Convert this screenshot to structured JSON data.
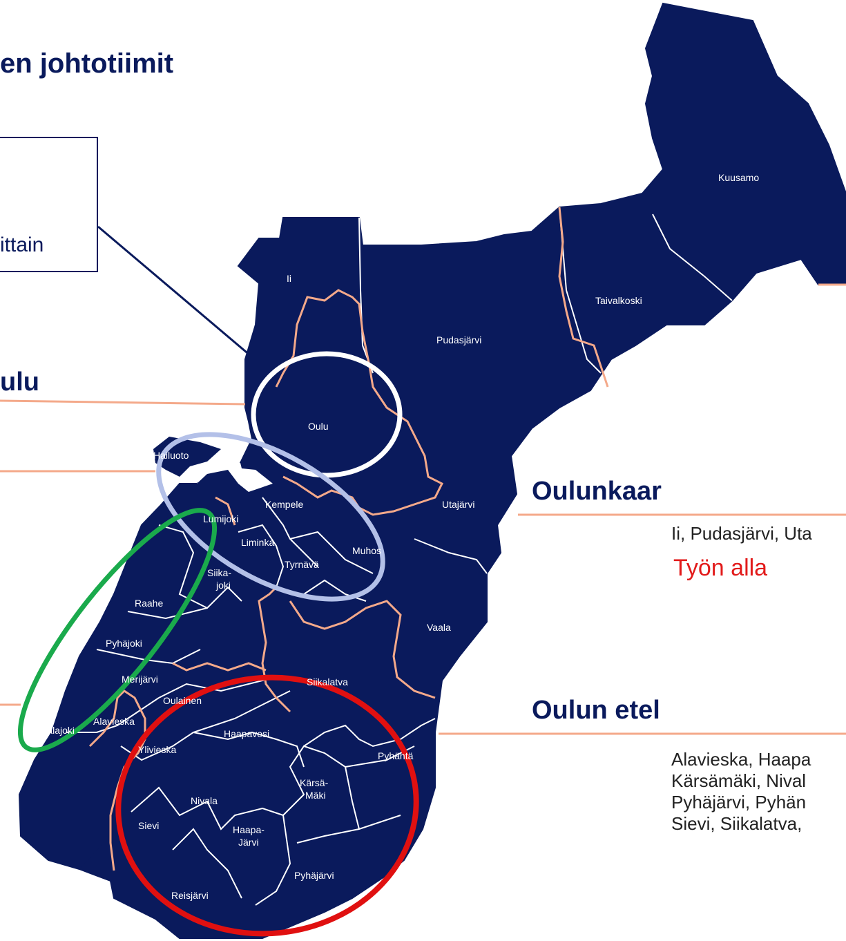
{
  "heading": {
    "title": "en johtotiimit",
    "left_subheading": "ulu"
  },
  "callout": {
    "text": "ittain"
  },
  "sections": {
    "oulunkaari": {
      "title": "Oulunkaar",
      "members": "Ii, Pudasjärvi, Uta",
      "status": "Työn alla"
    },
    "oulun_etela": {
      "title": "Oulun etel",
      "members_lines": [
        "Alavieska, Haapa",
        "Kärsämäki, Nival",
        "Pyhäjärvi, Pyhän",
        "Sievi, Siikalatva,"
      ]
    }
  },
  "map": {
    "municipalities": {
      "kuusamo": "Kuusamo",
      "taivalkoski": "Taivalkoski",
      "ii": "Ii",
      "pudasjarvi": "Pudasjärvi",
      "oulu": "Oulu",
      "hailuoto": "Hailuoto",
      "utajarvi": "Utajärvi",
      "kempele": "Kempele",
      "lumijoki": "Lumijoki",
      "liminka": "Liminka",
      "muhos": "Muhos",
      "tyrnava": "Tyrnävä",
      "siikajoki_1": "Siika-",
      "siikajoki_2": "joki",
      "raahe": "Raahe",
      "vaala": "Vaala",
      "pyhajoki": "Pyhäjoki",
      "merijarvi": "Merijärvi",
      "siikalatva": "Siikalatva",
      "oulainen": "Oulainen",
      "kalajoki": "Kalajoki",
      "alavieska": "Alavieska",
      "haapavesi": "Haapavesi",
      "ylivieska": "Ylivieska",
      "pyhanta": "Pyhäntä",
      "karsamaki_1": "Kärsä-",
      "karsamaki_2": "Mäki",
      "nivala": "Nivala",
      "sievi": "Sievi",
      "haapajarvi_1": "Haapa-",
      "haapajarvi_2": "Järvi",
      "pyhajarvi": "Pyhäjärvi",
      "reisjarvi": "Reisjärvi"
    },
    "colors": {
      "land": "#0a1a5c",
      "region_border": "#f4a98a",
      "municipal_border": "#ffffff",
      "oulu_circle": "#ffffff",
      "oulun_seutu_ellipse": "#b3c0e8",
      "raahe_ellipse": "#1aaa4c",
      "oulun_etela_ellipse": "#e01010"
    }
  }
}
